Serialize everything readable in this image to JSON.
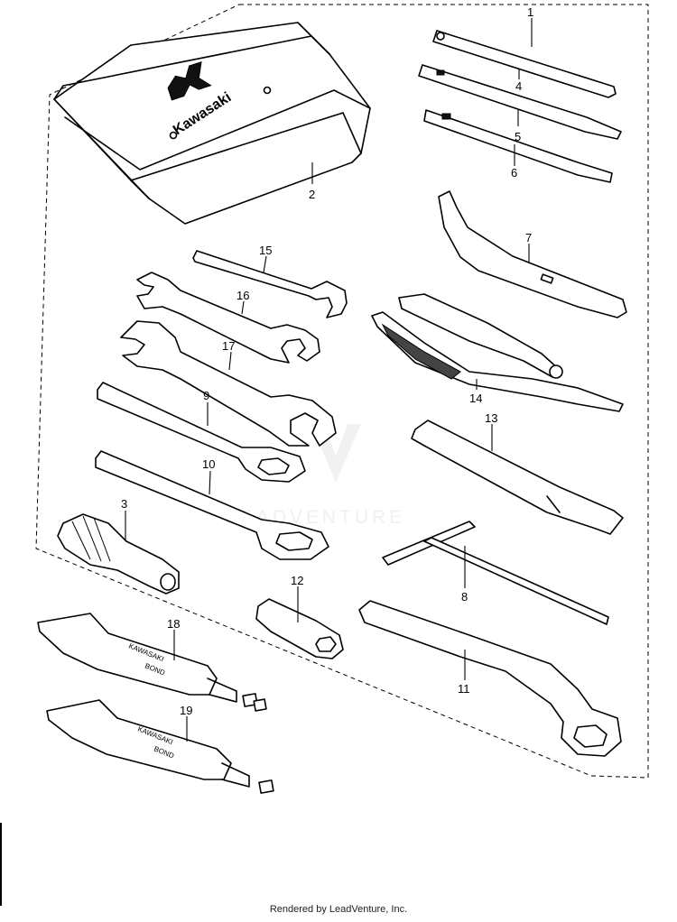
{
  "diagram": {
    "callouts": [
      {
        "id": "1",
        "label": "1"
      },
      {
        "id": "2",
        "label": "2"
      },
      {
        "id": "3",
        "label": "3"
      },
      {
        "id": "4",
        "label": "4"
      },
      {
        "id": "5",
        "label": "5"
      },
      {
        "id": "6",
        "label": "6"
      },
      {
        "id": "7",
        "label": "7"
      },
      {
        "id": "8",
        "label": "8"
      },
      {
        "id": "9",
        "label": "9"
      },
      {
        "id": "10",
        "label": "10"
      },
      {
        "id": "11",
        "label": "11"
      },
      {
        "id": "12",
        "label": "12"
      },
      {
        "id": "13",
        "label": "13"
      },
      {
        "id": "14",
        "label": "14"
      },
      {
        "id": "15",
        "label": "15"
      },
      {
        "id": "16",
        "label": "16"
      },
      {
        "id": "17",
        "label": "17"
      },
      {
        "id": "18",
        "label": "18"
      },
      {
        "id": "19",
        "label": "19"
      }
    ],
    "pouch_brand": "Kawasaki",
    "tube_label_line1": "KAWASAKI",
    "tube_label_line2": "BOND",
    "watermark": "LEADVENTURE"
  },
  "footer": {
    "text": "Rendered by LeadVenture, Inc."
  }
}
